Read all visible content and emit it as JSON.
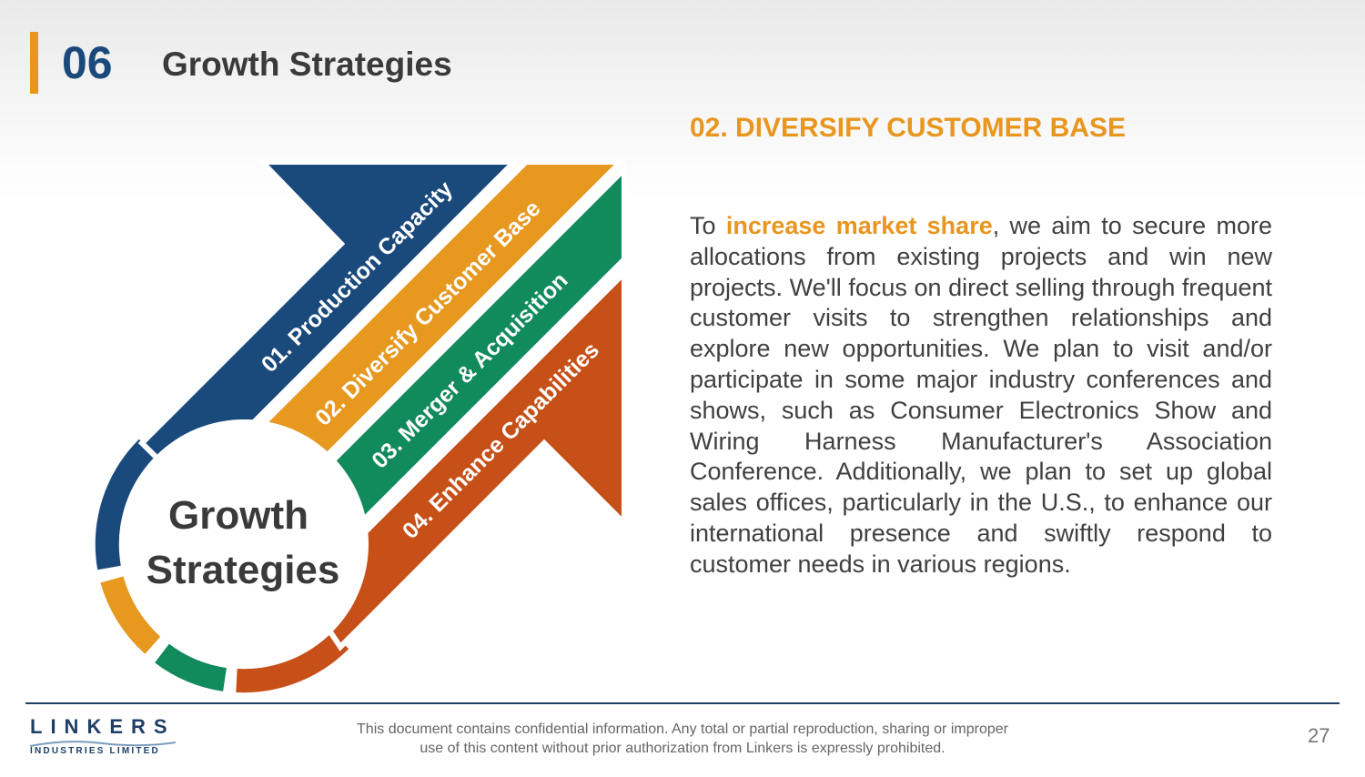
{
  "header": {
    "section_number": "06",
    "title": "Growth Strategies"
  },
  "diagram": {
    "center_line1": "Growth",
    "center_line2": "Strategies",
    "bands": [
      {
        "label": "01. Production Capacity",
        "color": "#1a4a7c"
      },
      {
        "label": "02. Diversify Customer Base",
        "color": "#e6981f"
      },
      {
        "label": "03. Merger & Acquisition",
        "color": "#118a5c"
      },
      {
        "label": "04. Enhance Capabilities",
        "color": "#c65018"
      }
    ]
  },
  "content": {
    "heading": "02. DIVERSIFY CUSTOMER BASE",
    "para_start": "To ",
    "para_highlight": "increase market share",
    "para_rest": ", we aim to secure more allocations from existing projects and win new projects. We'll focus on direct selling through frequent customer visits to strengthen relationships and explore new opportunities. We plan to visit and/or participate in some major industry conferences and shows, such as Consumer Electronics Show and Wiring Harness Manufacturer's Association Conference. Additionally, we plan to set up global sales offices, particularly in the U.S., to enhance our international presence and swiftly respond to customer needs in various regions."
  },
  "footer": {
    "logo_main": "LINKERS",
    "logo_sub": "INDUSTRIES LIMITED",
    "disclaimer_line1": "This document contains confidential information. Any total or partial reproduction, sharing or improper",
    "disclaimer_line2": "use of this content without prior authorization from Linkers is expressly prohibited.",
    "page_number": "27"
  },
  "colors": {
    "accent": "#e8961e",
    "navy": "#1b4a7a"
  }
}
